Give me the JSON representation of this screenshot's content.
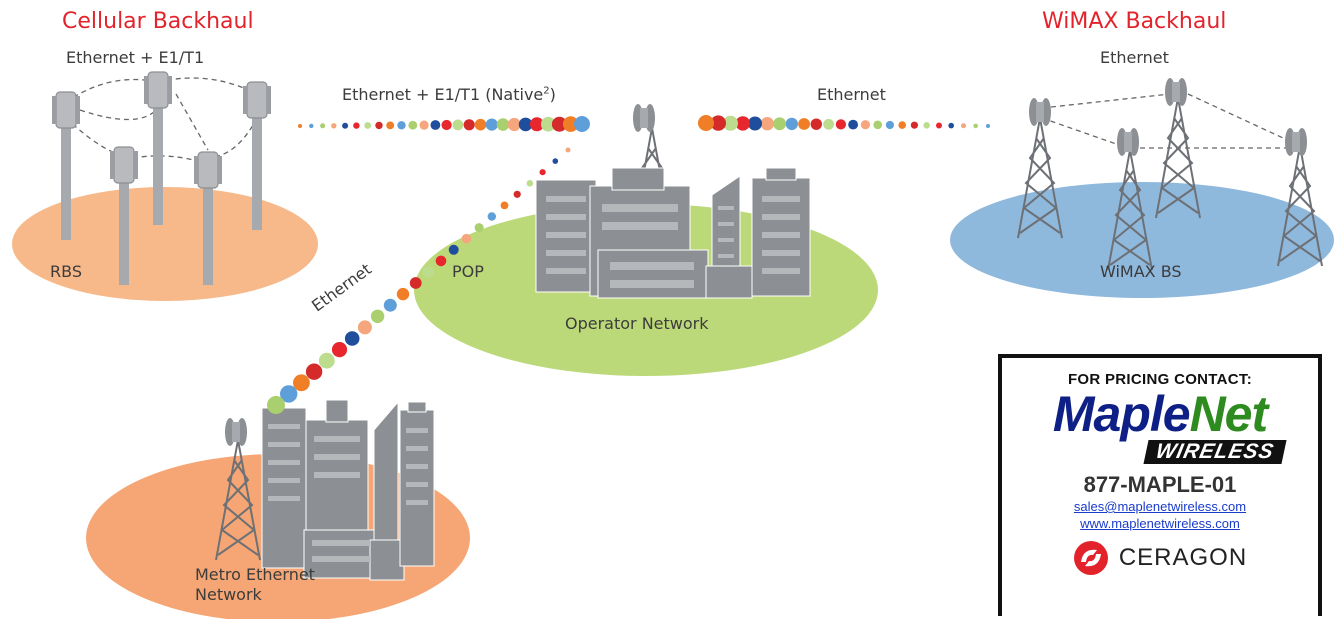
{
  "labels": {
    "cellular_title": "Cellular Backhaul",
    "cellular_sub": "Ethernet + E1/T1",
    "wimax_title": "WiMAX Backhaul",
    "wimax_sub": "Ethernet",
    "link_left": "Ethernet + E1/T1 (Native",
    "link_left_sup": "2",
    "link_left_close": ")",
    "link_right": "Ethernet",
    "link_diag": "Ethernet",
    "rbs": "RBS",
    "pop": "POP",
    "operator": "Operator Network",
    "wimax_bs": "WiMAX BS",
    "metro_line1": "Metro Ethernet",
    "metro_line2": "Network"
  },
  "contact": {
    "heading": "FOR PRICING CONTACT:",
    "brand_part1": "Maple",
    "brand_part2": "Net",
    "brand_tag": "WIRELESS",
    "phone": "877-MAPLE-01",
    "email": "sales@maplenetwireless.com",
    "website": "www.maplenetwireless.com",
    "partner": "CERAGON"
  },
  "colors": {
    "title_red": "#e3232c",
    "rbs_oval": "#f7b98a",
    "operator_oval": "#bcd97a",
    "wimax_oval": "#8fb8dd",
    "metro_oval": "#f5a674",
    "building": "#8c8f93",
    "dot_palette": [
      "#e8262e",
      "#f07e26",
      "#f5a67d",
      "#bcdc8e",
      "#5f9fd9",
      "#1f4e9c",
      "#d52a2a",
      "#a9cf6e"
    ]
  }
}
